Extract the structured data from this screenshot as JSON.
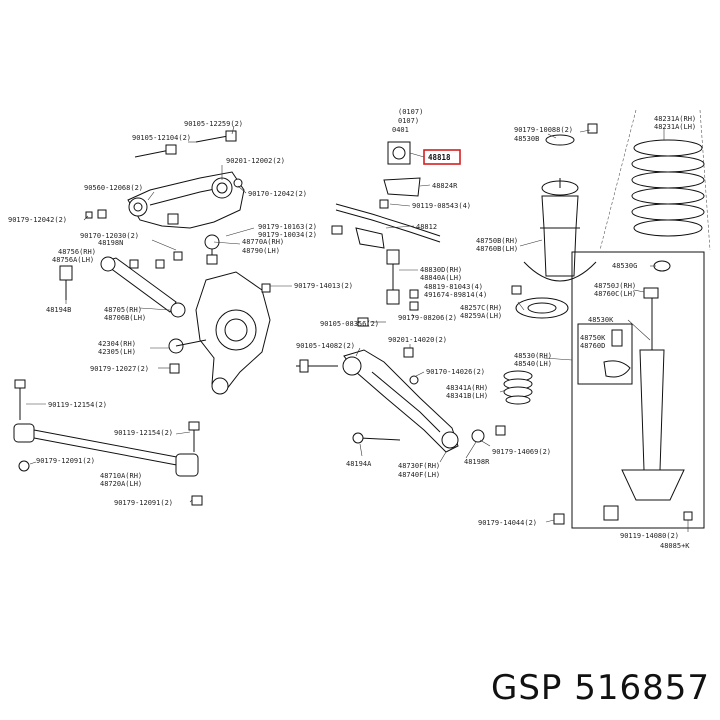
{
  "labels": [
    {
      "id": "p90105_12259",
      "text": "90105-12259(2)"
    },
    {
      "id": "p90105_12104",
      "text": "90105-12104(2)"
    },
    {
      "id": "p90201_12002",
      "text": "90201-12002(2)"
    },
    {
      "id": "p90170_12042",
      "text": "90170-12042(2)"
    },
    {
      "id": "p90560_12068",
      "text": "90560-12068(2)"
    },
    {
      "id": "p90179_12042",
      "text": "90179-12042(2)"
    },
    {
      "id": "p90179_10163",
      "text": "90179-10163(2)"
    },
    {
      "id": "p90179_10034",
      "text": "90179-10034(2)"
    },
    {
      "id": "p90170_12030",
      "text": "90170-12030(2)"
    },
    {
      "id": "p48770A",
      "text": "48770A(RH)"
    },
    {
      "id": "p48790",
      "text": "48790(LH)"
    },
    {
      "id": "p48198N",
      "text": "48198N"
    },
    {
      "id": "p48756",
      "text": "48756(RH)"
    },
    {
      "id": "p48756A",
      "text": "48756A(LH)"
    },
    {
      "id": "p48194B",
      "text": "48194B"
    },
    {
      "id": "p48705",
      "text": "48705(RH)"
    },
    {
      "id": "p48706B",
      "text": "48706B(LH)"
    },
    {
      "id": "p90179_14013",
      "text": "90179-14013(2)"
    },
    {
      "id": "p42304",
      "text": "42304(RH)"
    },
    {
      "id": "p42305",
      "text": "42305(LH)"
    },
    {
      "id": "p90179_12027",
      "text": "90179-12027(2)"
    },
    {
      "id": "p90119_12154a",
      "text": "90119-12154(2)"
    },
    {
      "id": "p90119_12154b",
      "text": "90119-12154(2)"
    },
    {
      "id": "p90179_12091a",
      "text": "90179-12091(2)"
    },
    {
      "id": "p48710A",
      "text": "48710A(RH)"
    },
    {
      "id": "p48720A",
      "text": "48720A(LH)"
    },
    {
      "id": "p90179_12091b",
      "text": "90179-12091(2)"
    },
    {
      "id": "pnote1",
      "text": "(0107)"
    },
    {
      "id": "pnote2",
      "text": "0107)"
    },
    {
      "id": "pnote3",
      "text": "0401"
    },
    {
      "id": "p48818",
      "text": "48818"
    },
    {
      "id": "p48824R",
      "text": "48824R"
    },
    {
      "id": "p90119_08543",
      "text": "90119-08543(4)"
    },
    {
      "id": "p48812",
      "text": "48812"
    },
    {
      "id": "p48830D",
      "text": "48830D(RH)"
    },
    {
      "id": "p48840A",
      "text": "48840A(LH)"
    },
    {
      "id": "p48819_81043",
      "text": "48819-81043(4)"
    },
    {
      "id": "p491674_89814",
      "text": "491674-89814(4)"
    },
    {
      "id": "p90105_08356",
      "text": "90105-08356(2)"
    },
    {
      "id": "p90179_08206",
      "text": "90179-08206(2)"
    },
    {
      "id": "p90105_14082",
      "text": "90105-14082(2)"
    },
    {
      "id": "p90201_14020",
      "text": "90201-14020(2)"
    },
    {
      "id": "p90170_14026",
      "text": "90170-14026(2)"
    },
    {
      "id": "p48341A",
      "text": "48341A(RH)"
    },
    {
      "id": "p48341B",
      "text": "48341B(LH)"
    },
    {
      "id": "p90179_14069",
      "text": "90179-14069(2)"
    },
    {
      "id": "p48194A",
      "text": "48194A"
    },
    {
      "id": "p48730F",
      "text": "48730F(RH)"
    },
    {
      "id": "p48740F",
      "text": "48740F(LH)"
    },
    {
      "id": "p48198R",
      "text": "48198R"
    },
    {
      "id": "p90179_10088",
      "text": "90179-10088(2)"
    },
    {
      "id": "p48530B",
      "text": "48530B"
    },
    {
      "id": "p48231A_RH",
      "text": "48231A(RH)"
    },
    {
      "id": "p48231A_LH",
      "text": "48231A(LH)"
    },
    {
      "id": "p48750B",
      "text": "48750B(RH)"
    },
    {
      "id": "p48760B",
      "text": "48760B(LH)"
    },
    {
      "id": "p48530G",
      "text": "48530G"
    },
    {
      "id": "p48750J",
      "text": "48750J(RH)"
    },
    {
      "id": "p48760C",
      "text": "48760C(LH)"
    },
    {
      "id": "p48257C",
      "text": "48257C(RH)"
    },
    {
      "id": "p48259A",
      "text": "48259A(LH)"
    },
    {
      "id": "p48530K",
      "text": "48530K"
    },
    {
      "id": "p48750K",
      "text": "48750K"
    },
    {
      "id": "p48760D",
      "text": "48760D"
    },
    {
      "id": "p48530",
      "text": "48530(RH)"
    },
    {
      "id": "p48540",
      "text": "48540(LH)"
    },
    {
      "id": "p90179_14044",
      "text": "90179-14044(2)"
    },
    {
      "id": "p90119_14080",
      "text": "90119-14080(2)"
    },
    {
      "id": "p48085K",
      "text": "48085+K"
    }
  ],
  "highlight_label": "p48818",
  "caption": "GSP 516857"
}
